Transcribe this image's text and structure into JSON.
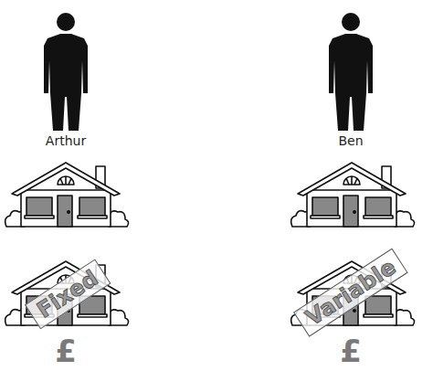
{
  "diagram": {
    "labels": [
      "Arthur",
      "Ben",
      "Fixed",
      "Variable",
      "£",
      "£"
    ]
  }
}
